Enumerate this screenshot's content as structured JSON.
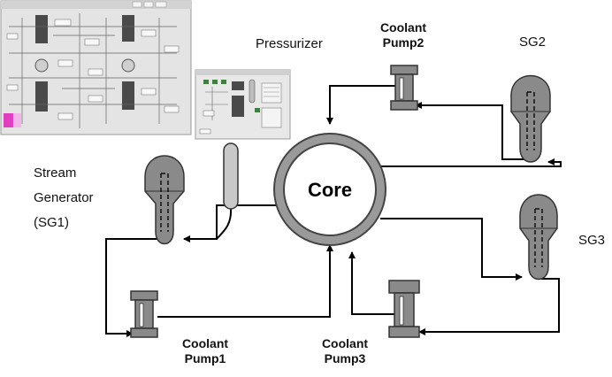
{
  "labels": {
    "core": "Core",
    "pressurizer": "Pressurizer",
    "sg1": [
      "Stream",
      "Generator",
      "(SG1)"
    ],
    "sg2": "SG2",
    "sg3": "SG3",
    "coolant_pump1": [
      "Coolant",
      "Pump1"
    ],
    "coolant_pump2": [
      "Coolant",
      "Pump2"
    ],
    "coolant_pump3": [
      "Coolant",
      "Pump3"
    ]
  },
  "colors": {
    "component_fill": "#8a8a8a",
    "core_ring": "#9a9a9a",
    "pipe": "#000000",
    "screenshot_bg": "#e6e6e6"
  }
}
